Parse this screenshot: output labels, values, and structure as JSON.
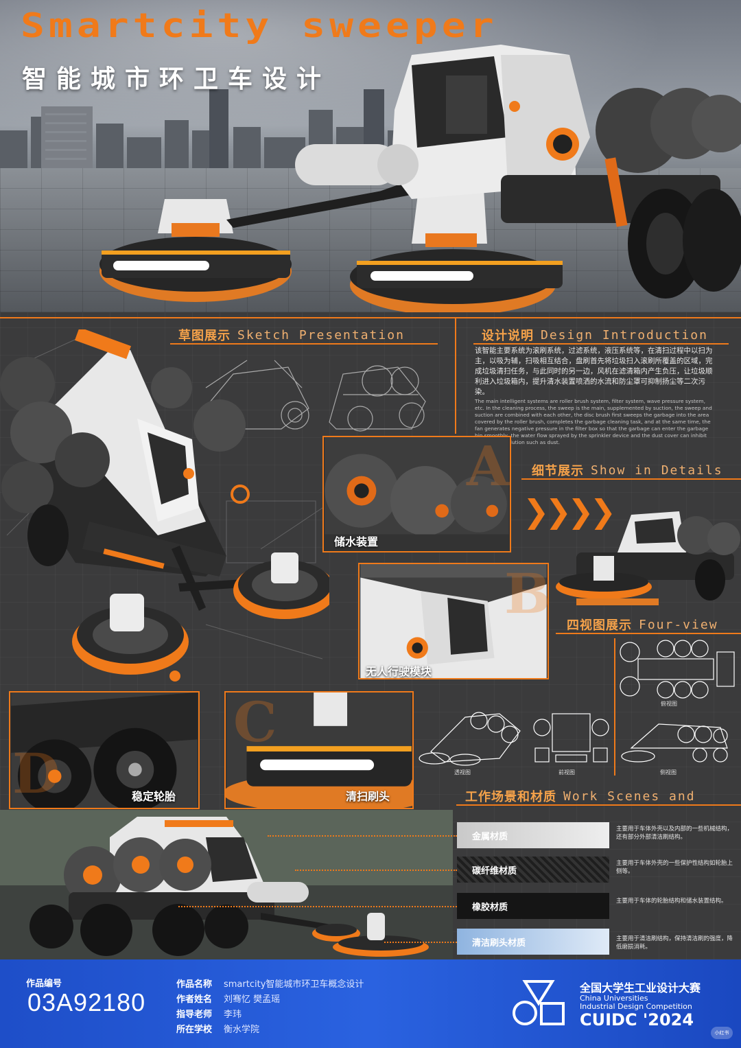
{
  "hero": {
    "title": "Smartcity sweeper",
    "subtitle": "智能城市环卫车设计"
  },
  "sections": {
    "sketch": {
      "cn": "草图展示",
      "en": "Sketch Presentation"
    },
    "design": {
      "cn": "设计说明",
      "en": "Design Introduction"
    },
    "details": {
      "cn": "细节展示",
      "en": "Show in Details"
    },
    "fourview": {
      "cn": "四视图展示",
      "en": "Four-view"
    },
    "scenes": {
      "cn": "工作场景和材质",
      "en": "Work Scenes and"
    }
  },
  "design_intro": {
    "cn": "该智能主要系统为滚刷系统，过滤系统，液压系统等，在清扫过程中以扫为主，以吸为辅，扫吸相互结合，盘刷首先将垃圾扫入滚刷所覆盖的区域，完成垃圾清扫任务，与此同时的另一边，风机在滤清箱内产生负压，让垃圾顺利进入垃圾箱内，提升清水装置喷洒的水流和防尘罩可抑制扬尘等二次污染。",
    "en": "The main intelligent systems are roller brush system, filter system, wave pressure system, etc. In the cleaning process, the sweep is the main, supplemented by suction, the sweep and suction are combined with each other, the disc brush first sweeps the garbage into the area covered by the roller brush, completes the garbage cleaning task, and at the same time, the fan generates negative pressure in the filter box so that the garbage can enter the garbage bin smoothly, the water flow sprayed by the sprinkler device and the dust cover can inhibit secondary pollution such as dust."
  },
  "details": {
    "a": {
      "letter": "A",
      "caption": "储水装置"
    },
    "b": {
      "letter": "B",
      "caption": "无人行驶模块"
    },
    "c": {
      "letter": "C",
      "caption": "清扫刷头"
    },
    "d": {
      "letter": "D",
      "caption": "稳定轮胎"
    }
  },
  "views": {
    "top": "俯视图",
    "perspective": "透视图",
    "front": "前视图",
    "side": "侧视图"
  },
  "materials": [
    {
      "name": "金属材质",
      "desc": "主要用于车体外壳以及内部的一些机械结构，还有部分外部清洁刷结构。",
      "bg": "#c9c9c9",
      "fg": "#ffffff"
    },
    {
      "name": "碳纤维材质",
      "desc": "主要用于车体外壳的一些保护性结构如轮胎上侧等。",
      "bg": "#1e1e1e",
      "fg": "#ffffff"
    },
    {
      "name": "橡胶材质",
      "desc": "主要用于车体的轮胎结构和储水装置结构。",
      "bg": "#151515",
      "fg": "#ffffff"
    },
    {
      "name": "清洁刷头材质",
      "desc": "主要用于清洁刷结构，保持清洁刷的强度，降低磨损消耗。",
      "bg": "#8fb4e0",
      "fg": "#ffffff"
    }
  ],
  "footer": {
    "id_label": "作品编号",
    "id_value": "03A92180",
    "name_label": "作品名称",
    "name_value": "smartcity智能城市环卫车概念设计",
    "author_label": "作者姓名",
    "author_value": "刘骞忆 樊孟瑶",
    "teacher_label": "指导老师",
    "teacher_value": "李玮",
    "school_label": "所在学校",
    "school_value": "衡水学院",
    "org_cn": "全国大学生工业设计大赛",
    "org_en1": "China Universities",
    "org_en2": "Industrial Design Competition",
    "org_year": "CUIDC '2024",
    "watermark": "小红书"
  },
  "colors": {
    "accent": "#f07a1a",
    "panel": "#3b3b3c",
    "footer": "#2a62e0"
  }
}
